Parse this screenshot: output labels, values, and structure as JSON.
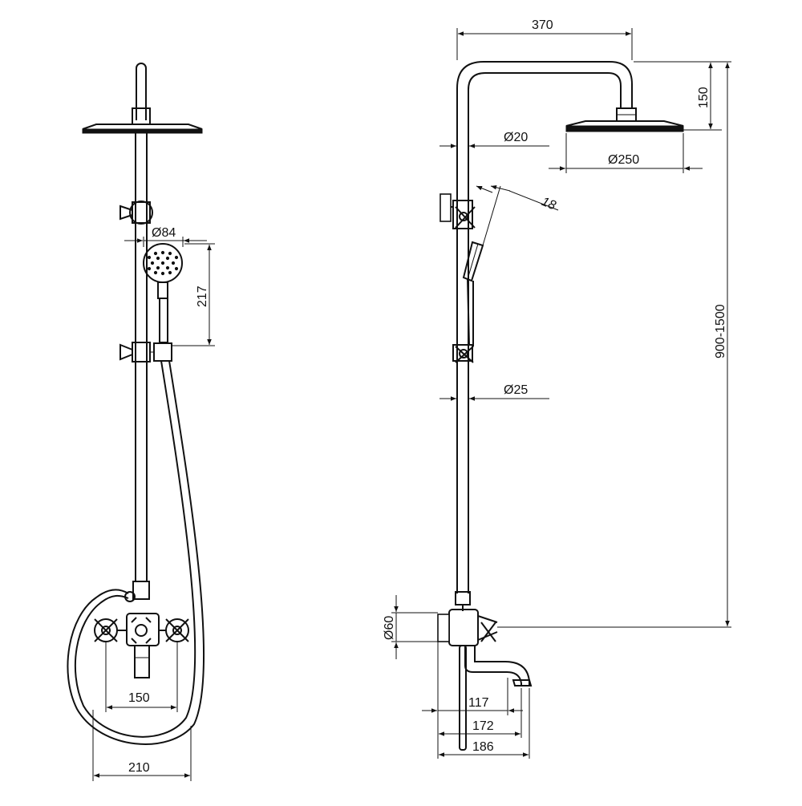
{
  "drawing": {
    "front_view": {
      "handshower_diameter": "Ø84",
      "handshower_height": "217",
      "valve_spacing": "150",
      "hose_width": "210"
    },
    "side_view": {
      "arm_length": "370",
      "arm_drop": "150",
      "pipe_upper_diameter": "Ø20",
      "head_diameter": "Ø250",
      "handshower_angle": "18",
      "pipe_lower_diameter": "Ø25",
      "overall_height": "900-1500",
      "valve_diameter": "Ø60",
      "spout_117": "117",
      "spout_172": "172",
      "spout_186": "186"
    }
  }
}
